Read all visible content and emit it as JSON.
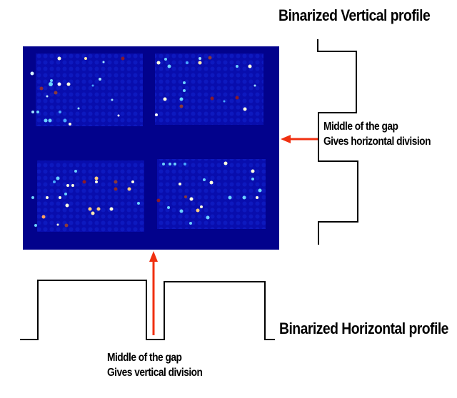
{
  "titles": {
    "vertical_profile": "Binarized Vertical profile",
    "horizontal_profile": "Binarized Horizontal profile"
  },
  "annotations": {
    "horizontal_division": {
      "line1": "Middle of the gap",
      "line2": "Gives horizontal division"
    },
    "vertical_division": {
      "line1": "Middle of the gap",
      "line2": "Gives vertical division"
    }
  },
  "image": {
    "description": "Microarray scan heatmap with four spot grid blocks (2x2)",
    "background_color": "#02028c",
    "blocks": 4
  },
  "colors": {
    "profile_line": "#000000",
    "arrow": "#f03010",
    "background": "#ffffff",
    "array_background": "#02028c"
  }
}
